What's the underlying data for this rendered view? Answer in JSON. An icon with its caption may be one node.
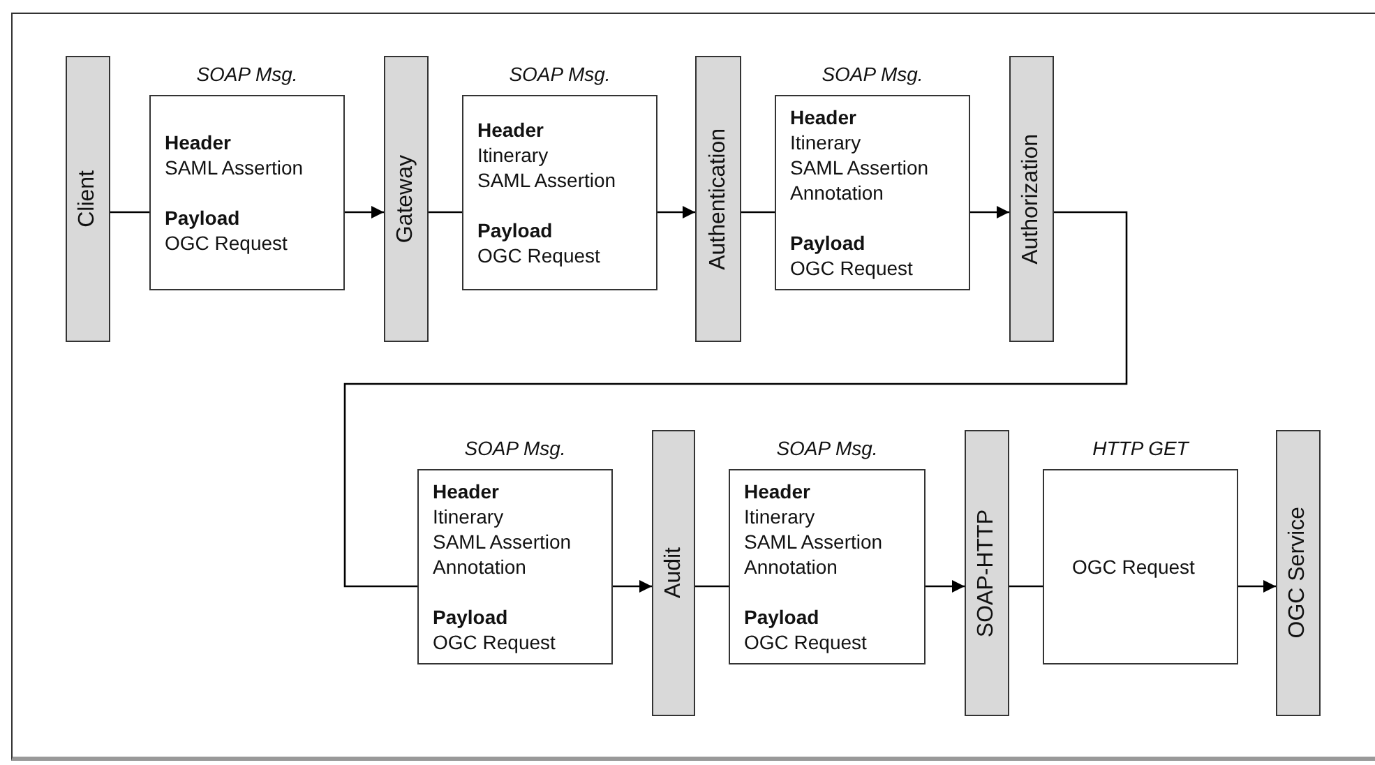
{
  "diagram": {
    "nodes": [
      {
        "text": [
          "Client"
        ]
      },
      {
        "text": [
          "SOAP Msg.",
          "Header",
          "SAML Assertion",
          "Payload",
          "OGC Request"
        ]
      },
      {
        "text": [
          "Gateway"
        ]
      },
      {
        "text": [
          "SOAP Msg.",
          "Header",
          "Itinerary",
          "SAML Assertion",
          "Payload",
          "OGC Request"
        ]
      },
      {
        "text": [
          "Authentication"
        ]
      },
      {
        "text": [
          "SOAP Msg.",
          "Header",
          "Itinerary",
          "SAML Assertion",
          "Annotation",
          "Payload",
          "OGC Request"
        ]
      },
      {
        "text": [
          "Authorization"
        ]
      },
      {
        "text": [
          "SOAP Msg.",
          "Header",
          "Itinerary",
          "SAML Assertion",
          "Annotation",
          "Payload",
          "OGC Request"
        ]
      },
      {
        "text": [
          "Audit"
        ]
      },
      {
        "text": [
          "SOAP Msg.",
          "Header",
          "Itinerary",
          "SAML Assertion",
          "Annotation",
          "Payload",
          "OGC Request"
        ]
      },
      {
        "text": [
          "SOAP-HTTP"
        ]
      },
      {
        "text": [
          "HTTP GET",
          "OGC Request"
        ]
      },
      {
        "text": [
          "OGC Service"
        ]
      }
    ],
    "edges": [
      {
        "from": 0,
        "to": 1,
        "arrow": "none"
      },
      {
        "from": 1,
        "to": 2,
        "arrow": "to"
      },
      {
        "from": 2,
        "to": 3,
        "arrow": "none"
      },
      {
        "from": 3,
        "to": 4,
        "arrow": "to"
      },
      {
        "from": 4,
        "to": 5,
        "arrow": "none"
      },
      {
        "from": 5,
        "to": 6,
        "arrow": "to"
      },
      {
        "from": 6,
        "to": 7,
        "arrow": "none"
      },
      {
        "from": 7,
        "to": 8,
        "arrow": "to"
      },
      {
        "from": 8,
        "to": 9,
        "arrow": "none"
      },
      {
        "from": 9,
        "to": 10,
        "arrow": "to"
      },
      {
        "from": 10,
        "to": 11,
        "arrow": "none"
      },
      {
        "from": 11,
        "to": 12,
        "arrow": "to"
      }
    ]
  }
}
